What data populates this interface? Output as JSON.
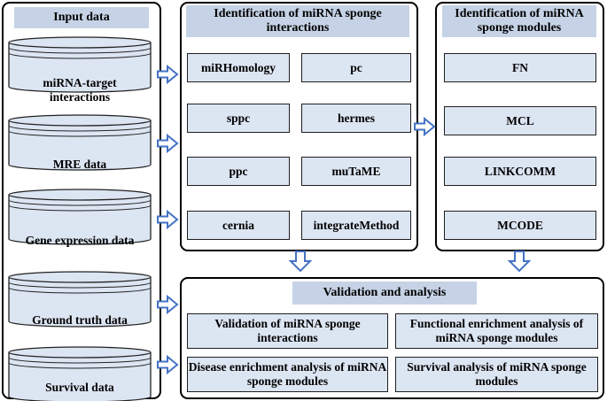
{
  "input": {
    "title": "Input data",
    "items": [
      "miRNA-target interactions",
      "MRE data",
      "Gene expression data",
      "Ground truth data",
      "Survival data"
    ]
  },
  "interactions": {
    "title": "Identification of miRNA sponge interactions",
    "methods": [
      "miRHomology",
      "pc",
      "sppc",
      "hermes",
      "ppc",
      "muTaME",
      "cernia",
      "integrateMethod"
    ]
  },
  "modules": {
    "title": "Identification of miRNA sponge modules",
    "methods": [
      "FN",
      "MCL",
      "LINKCOMM",
      "MCODE"
    ]
  },
  "validation": {
    "title": "Validation and analysis",
    "items": [
      "Validation of miRNA sponge interactions",
      "Functional enrichment analysis of miRNA sponge modules",
      "Disease enrichment analysis of miRNA sponge modules",
      "Survival analysis of miRNA sponge modules"
    ]
  },
  "colors": {
    "header_fill": "#c6d3e6",
    "box_fill": "#dce5f2",
    "arrow_stroke": "#4472c4"
  }
}
